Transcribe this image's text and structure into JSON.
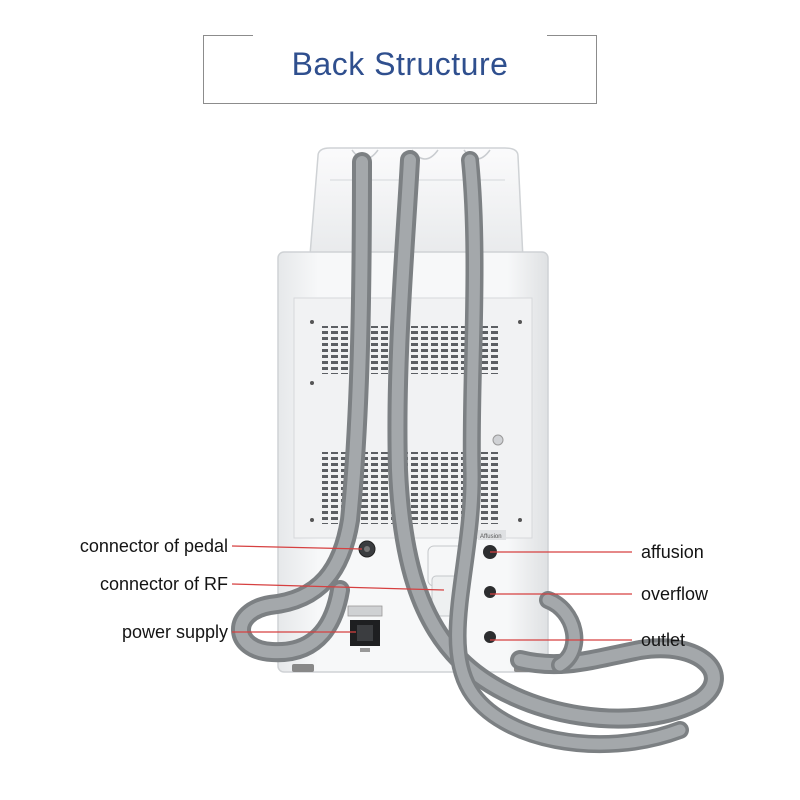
{
  "title": "Back Structure",
  "panel_marking": "Affusion",
  "labels": {
    "connector_of_pedal": "connector of pedal",
    "connector_of_rf": "connector of RF",
    "power_supply": "power supply",
    "affusion": "affusion",
    "overflow": "overflow",
    "outlet": "outlet"
  },
  "colors": {
    "title": "#2f4f8e",
    "leader_line": "#d64040",
    "hose": "#8f9396",
    "machine": "#f4f5f6"
  }
}
